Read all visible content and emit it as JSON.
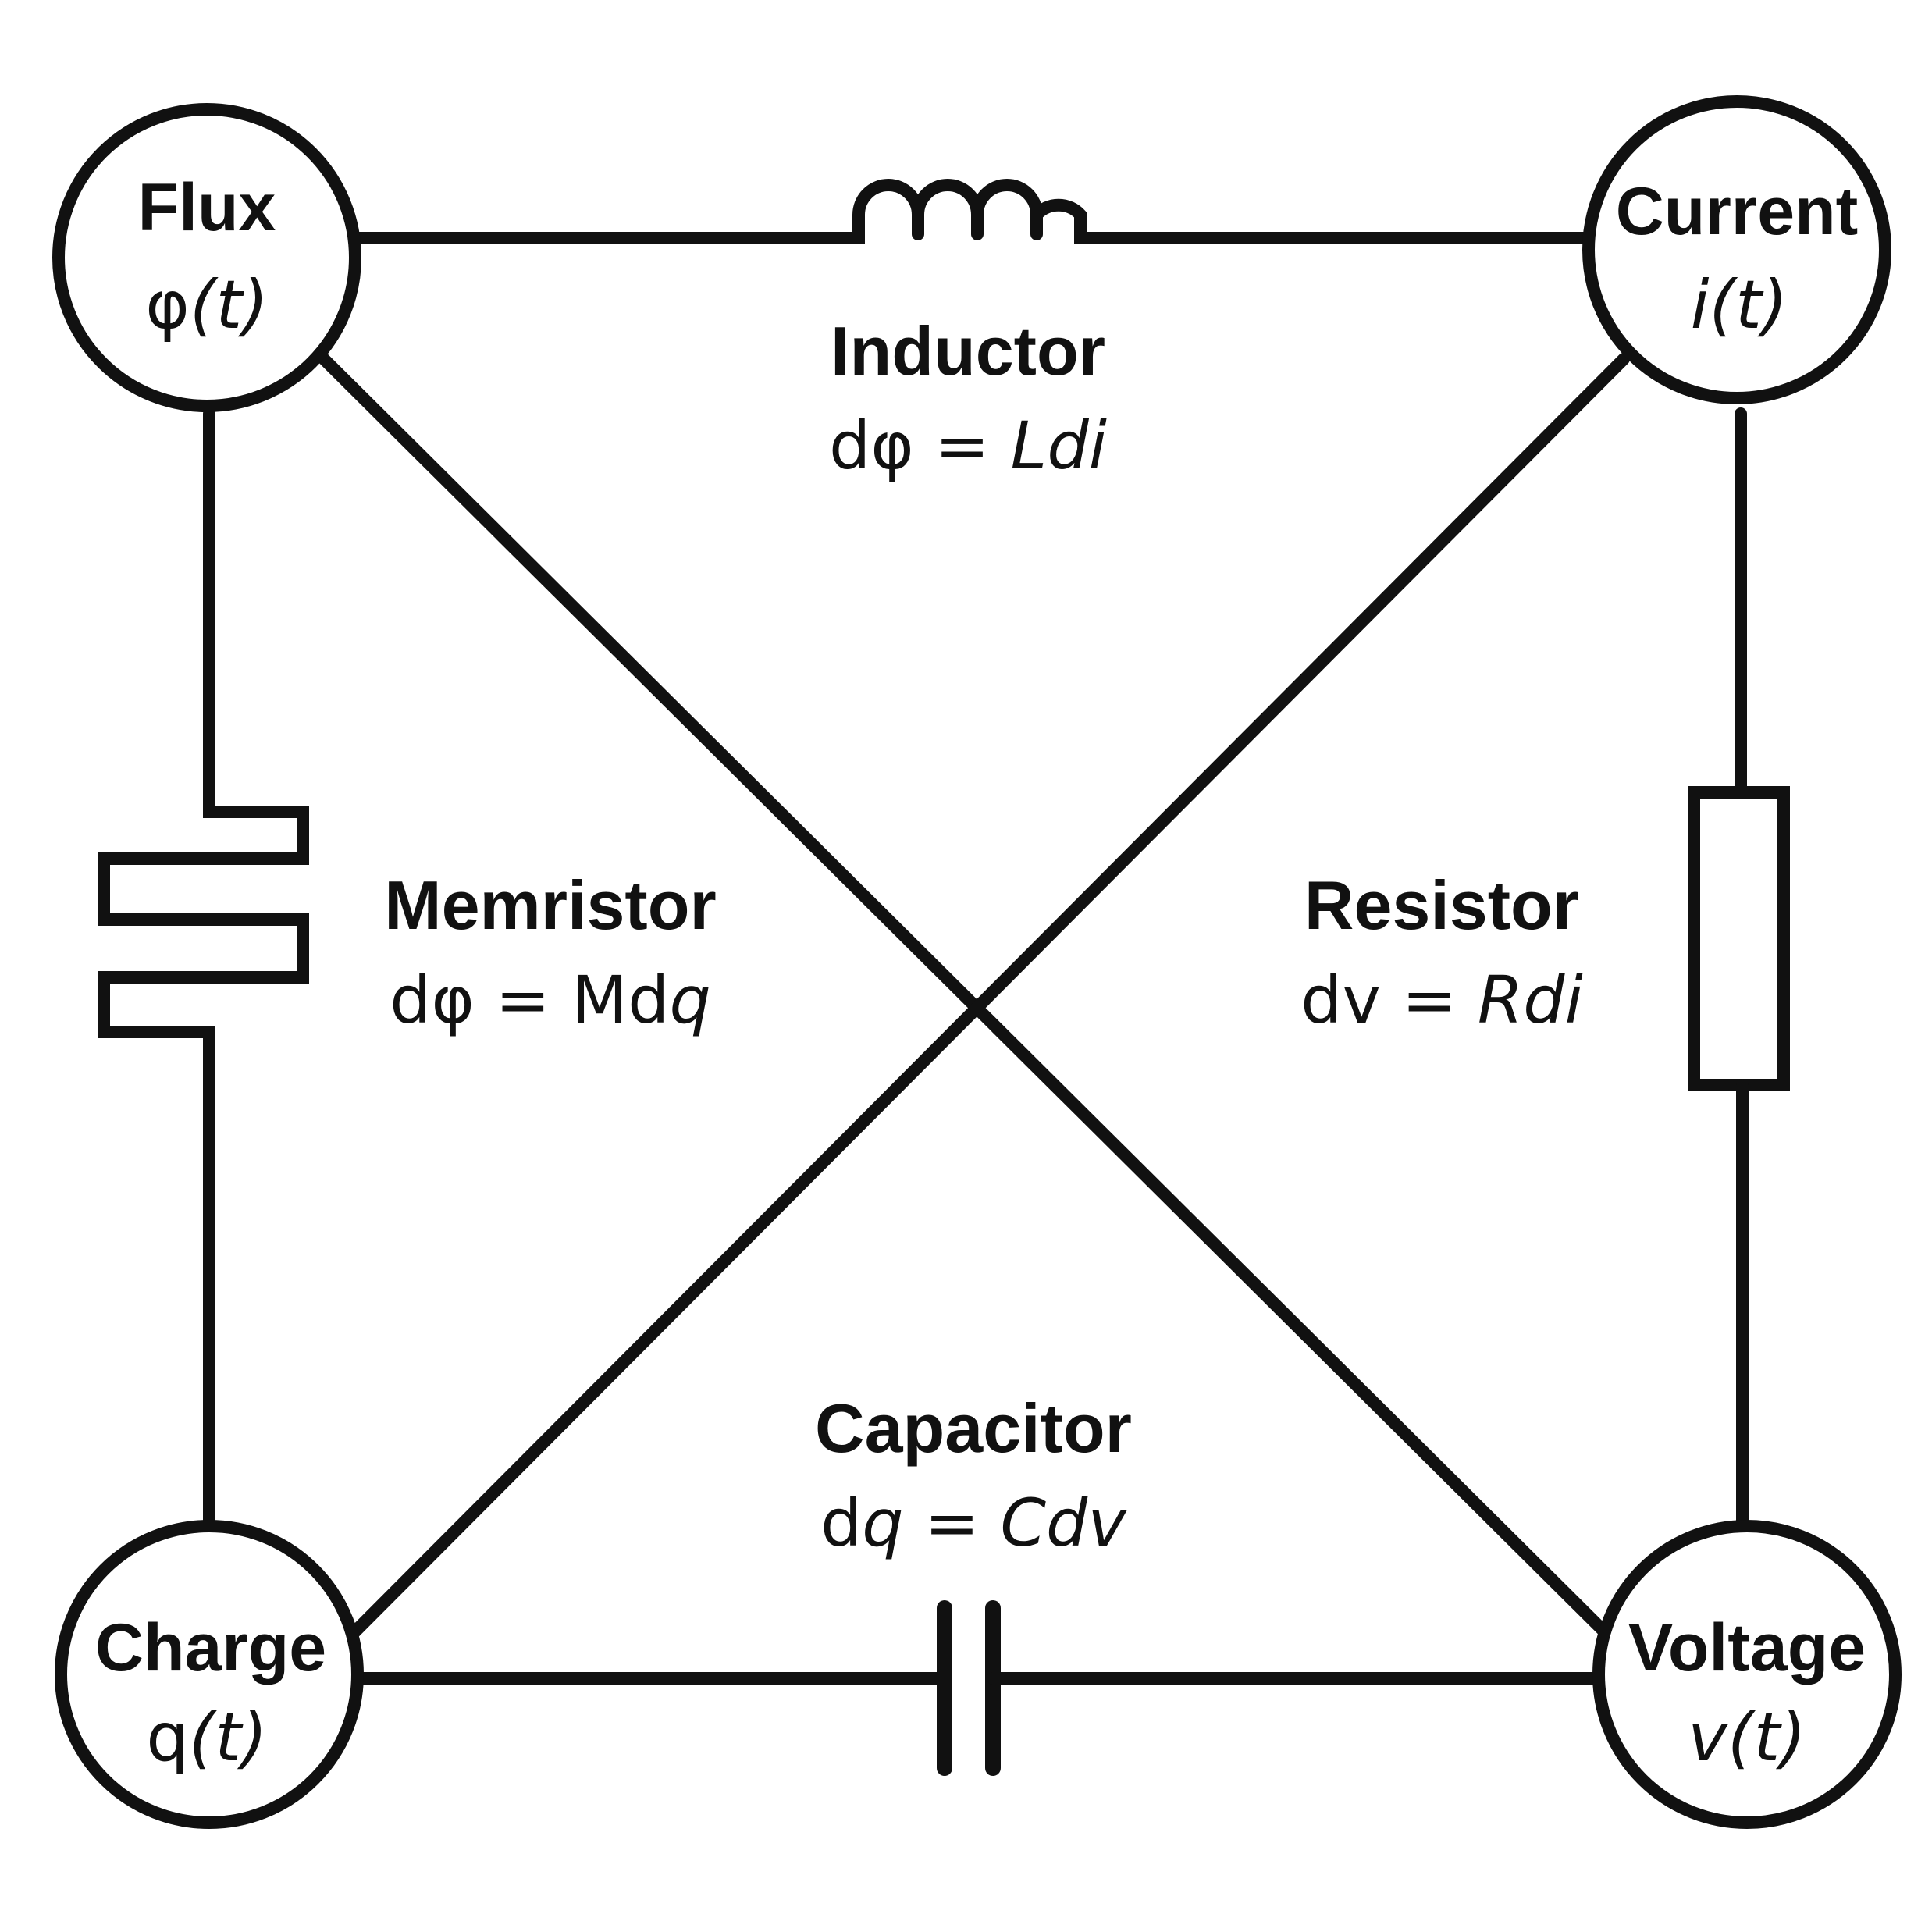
{
  "nodes": {
    "flux": {
      "name": "Flux",
      "symbol": "φ",
      "arg": "(t)"
    },
    "current": {
      "name": "Current",
      "symbol": "i(t)"
    },
    "charge": {
      "name": "Charge",
      "symbol": "q",
      "arg": "(t)"
    },
    "voltage": {
      "name": "Voltage",
      "symbol": "v(t)"
    }
  },
  "elements": {
    "inductor": {
      "name": "Inductor",
      "eq_a": "dφ = ",
      "eq_b": "Ldi"
    },
    "memristor": {
      "name": "Memristor",
      "eq_a": "dφ = Md",
      "eq_b": "q"
    },
    "resistor": {
      "name": "Resistor",
      "eq_a": "dv = ",
      "eq_b": "Rdi"
    },
    "capacitor": {
      "name": "Capacitor",
      "eq_a": "d",
      "eq_b": "q = Cdv"
    }
  },
  "colors": {
    "stroke": "#111111",
    "background": "#ffffff"
  }
}
